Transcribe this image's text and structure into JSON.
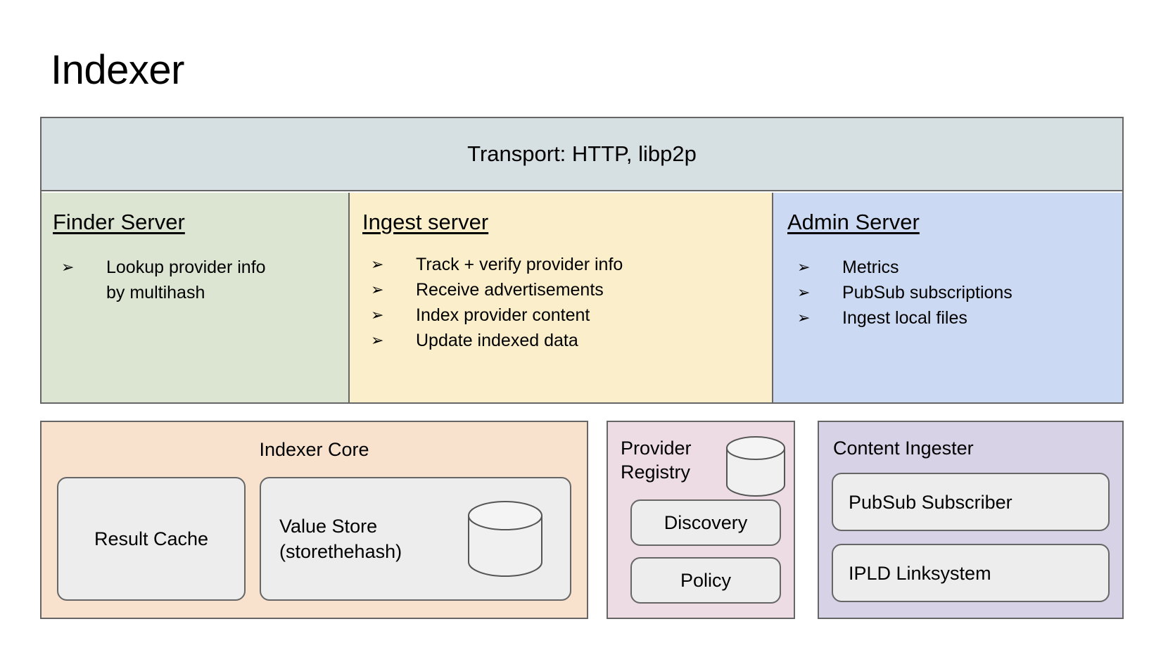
{
  "title": "Indexer",
  "transport": {
    "label": "Transport: HTTP, libp2p"
  },
  "servers": [
    {
      "key": "finder",
      "title": "Finder Server",
      "bullet_glyph": "➢",
      "bullets": [
        "Lookup provider info\nby multihash"
      ],
      "color": "#dbe5d1"
    },
    {
      "key": "ingest",
      "title": "Ingest server",
      "bullet_glyph": "➢",
      "bullets": [
        "Track + verify provider info",
        "Receive advertisements",
        "Index provider content",
        "Update indexed data"
      ],
      "color": "#fbeecb"
    },
    {
      "key": "admin",
      "title": "Admin Server",
      "bullet_glyph": "➢",
      "bullets": [
        "Metrics",
        "PubSub subscriptions",
        "Ingest local files"
      ],
      "color": "#ccd9f2"
    }
  ],
  "panels": {
    "core": {
      "title": "Indexer Core",
      "color": "#f8e2cd",
      "children": [
        {
          "label": "Result Cache",
          "icon": null
        },
        {
          "label": "Value Store\n(storethehash)",
          "icon": "database-cylinder-icon"
        }
      ]
    },
    "registry": {
      "title": "Provider\nRegistry",
      "color": "#eedce5",
      "icon": "database-cylinder-icon",
      "children": [
        {
          "label": "Discovery"
        },
        {
          "label": "Policy"
        }
      ]
    },
    "ingester": {
      "title": "Content Ingester",
      "color": "#d8d2e6",
      "children": [
        {
          "label": "PubSub Subscriber"
        },
        {
          "label": "IPLD Linksystem"
        }
      ]
    }
  },
  "colors": {
    "stroke": "#666666",
    "transport_bg": "#d6dfe2",
    "subbox_bg": "#ededed",
    "page_bg": "#ffffff"
  }
}
